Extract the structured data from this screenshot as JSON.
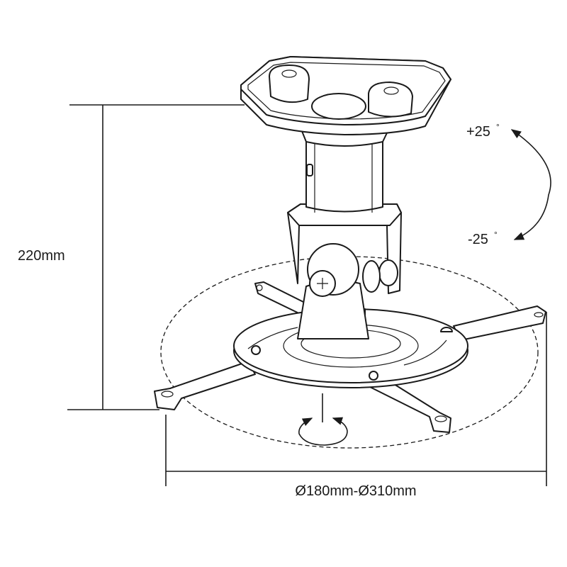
{
  "labels": {
    "height": "220mm",
    "diameter": "Ø180mm-Ø310mm",
    "tilt_up": "+25",
    "tilt_down": "-25",
    "degree": "°"
  },
  "colors": {
    "line": "#1a1a1a",
    "background": "#ffffff"
  }
}
